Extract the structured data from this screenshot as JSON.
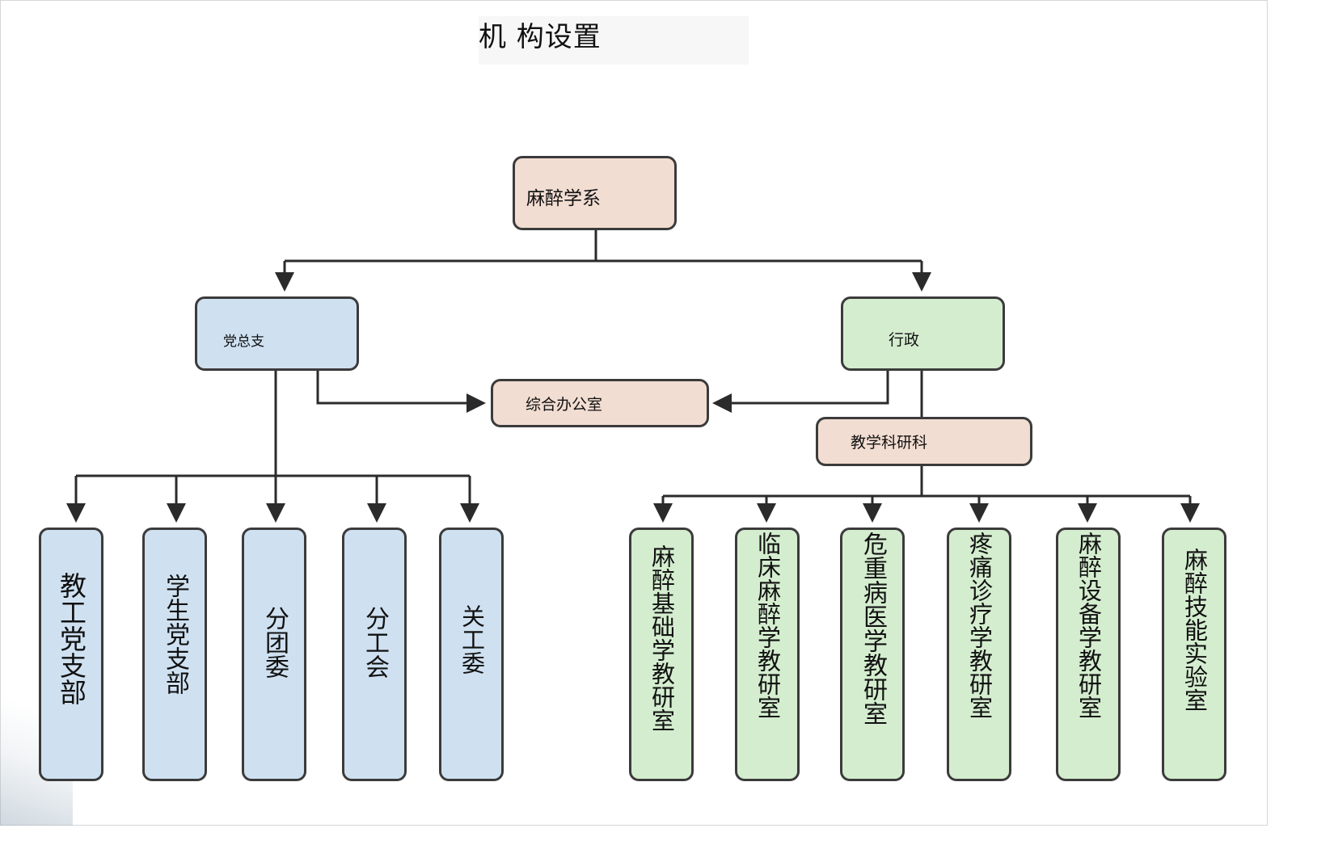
{
  "diagram": {
    "title": "机 构设置",
    "root": "麻醉学系",
    "branches": {
      "party": "党总支",
      "admin": "行政"
    },
    "general_office": "综合办公室",
    "teaching_research": "教学科研科",
    "party_units": [
      "教工党支部",
      "学生党支部",
      "分团委",
      "分工会",
      "关工委"
    ],
    "departments": [
      "麻醉基础学教研室",
      "临床麻醉学教研室",
      "危重病医学教研室",
      "疼痛诊疗学教研室",
      "麻醉设备学教研室",
      "麻醉技能实验室"
    ],
    "colors": {
      "peach": "#f2ddd2",
      "blue": "#cfe1f1",
      "green": "#d4edcf",
      "line": "#2b2b2b"
    }
  }
}
